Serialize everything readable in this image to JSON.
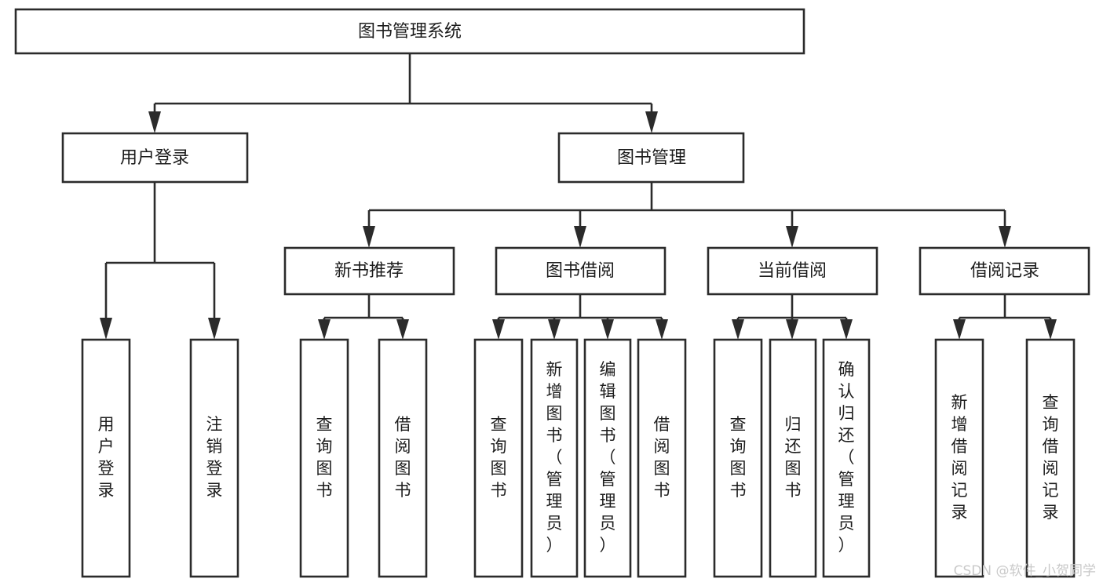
{
  "diagram": {
    "type": "tree-hierarchy-chart",
    "orientation": "top-down",
    "root": {
      "id": "root",
      "label": "图书管理系统"
    },
    "level2": [
      {
        "id": "user-login",
        "label": "用户登录"
      },
      {
        "id": "book-management",
        "label": "图书管理"
      }
    ],
    "level3": [
      {
        "id": "new-book-recommend",
        "label": "新书推荐",
        "parent": "book-management"
      },
      {
        "id": "book-borrow",
        "label": "图书借阅",
        "parent": "book-management"
      },
      {
        "id": "current-borrow",
        "label": "当前借阅",
        "parent": "book-management"
      },
      {
        "id": "borrow-record",
        "label": "借阅记录",
        "parent": "book-management"
      }
    ],
    "leaves": [
      {
        "id": "leaf-user-login",
        "label": "用户登录",
        "parent": "user-login"
      },
      {
        "id": "leaf-logout-login",
        "label": "注销登录",
        "parent": "user-login"
      },
      {
        "id": "leaf-query-book-1",
        "label": "查询图书",
        "parent": "new-book-recommend"
      },
      {
        "id": "leaf-borrow-book-1",
        "label": "借阅图书",
        "parent": "new-book-recommend"
      },
      {
        "id": "leaf-query-book-2",
        "label": "查询图书",
        "parent": "book-borrow"
      },
      {
        "id": "leaf-add-book",
        "label": "新增图书（管理员）",
        "parent": "book-borrow"
      },
      {
        "id": "leaf-edit-book",
        "label": "编辑图书（管理员）",
        "parent": "book-borrow"
      },
      {
        "id": "leaf-borrow-book-2",
        "label": "借阅图书",
        "parent": "book-borrow"
      },
      {
        "id": "leaf-query-book-3",
        "label": "查询图书",
        "parent": "current-borrow"
      },
      {
        "id": "leaf-return-book",
        "label": "归还图书",
        "parent": "current-borrow"
      },
      {
        "id": "leaf-confirm-return",
        "label": "确认归还（管理员）",
        "parent": "current-borrow"
      },
      {
        "id": "leaf-add-record",
        "label": "新增借阅记录",
        "parent": "borrow-record"
      },
      {
        "id": "leaf-query-record",
        "label": "查询借阅记录",
        "parent": "borrow-record"
      }
    ]
  },
  "watermark": {
    "text": "CSDN @软件_小贺同学"
  },
  "colors": {
    "stroke": "#2b2b2b",
    "box_fill": "#ffffff",
    "text": "#1c1c1c",
    "watermark": "#c9c9c9",
    "background": "#ffffff"
  }
}
